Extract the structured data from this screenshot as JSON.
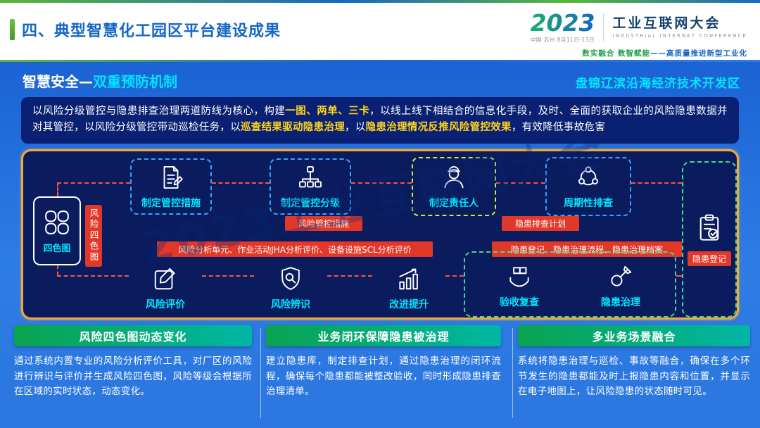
{
  "header": {
    "title": "四、典型智慧化工园区平台建设成果",
    "logo": {
      "year": "2023",
      "venue": "中国·苏州 8月11日-13日",
      "name": "工业互联网大会",
      "name_en": "INDUSTRIAL INTERNET CONFERENCE",
      "tagline_1": "数实融合 数智赋能",
      "tagline_2": "——高质量推进新型工业化"
    }
  },
  "subheader": {
    "title_white": "智慧安全—",
    "title_cyan": "双重预防机制",
    "location": "盘锦辽滨沿海经济技术开发区"
  },
  "intro": {
    "seg1": "以风险分级管控与隐患排查治理两道防线为核心，构建",
    "seg2": "一图、两单、三卡",
    "seg3": "，以线上线下相结合的信息化手段，及时、全面的获取企业的风险隐患数据并对其管控，以风险分级管控带动巡检任务，以",
    "seg4": "巡查结果驱动隐患治理",
    "seg5": "，以",
    "seg6": "隐患治理情况反推风险管控效果",
    "seg7": "，有效降低事故危害"
  },
  "diagram": {
    "left_icon_label": "四色图",
    "left_tag": "风险四色图",
    "top_nodes": [
      "制定管控措施",
      "制定管控分级",
      "制定责任人",
      "周期性排查"
    ],
    "mid_tags": [
      "风险管控措施",
      "隐患排查计划"
    ],
    "banner_left": "风险分析单元、作业活动JHA分析评价、设备设施SCL分析评价",
    "banner_right": "隐患登记、隐患治理流程、隐患治理档案",
    "bottom_nodes": [
      "风险评价",
      "风险辨识",
      "改进提升",
      "验收复查",
      "隐患治理"
    ],
    "right_tag": "隐患登记"
  },
  "columns": [
    {
      "title": "风险四色图动态变化",
      "body": "通过系统内置专业的风险分析评价工具，对厂区的风险进行辨识与评价并生成风险四色图，风险等级会根据所在区域的实时状态，动态变化。"
    },
    {
      "title": "业务闭环保障隐患被治理",
      "body": "建立隐患库，制定排查计划，通过隐患治理的闭环流程，确保每个隐患都能被整改验收，同时形成隐患排查治理清单。"
    },
    {
      "title": "多业务场景融合",
      "body": "系统将隐患治理与巡检、事故等融合，确保在多个环节发生的隐患都能及时上报隐患内容和位置，并显示在电子地图上，让风险隐患的状态随时可见。"
    }
  ],
  "watermark": "2023工业互联网大会",
  "colors": {
    "accent_cyan": "#00e4ff",
    "alert_red": "#e2382a",
    "highlight_yellow": "#ffd41e",
    "brand_green": "#1f9e4c",
    "brand_blue": "#1667c5",
    "border_orange": "#f2a93b"
  }
}
